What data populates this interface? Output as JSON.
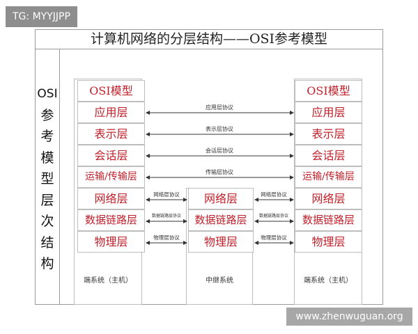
{
  "tag": "TG: MYYJJPP",
  "title": "计算机网络的分层结构——OSI参考模型",
  "side_label": [
    "OSI",
    "参",
    "考",
    "模",
    "型",
    "层",
    "次",
    "结",
    "构"
  ],
  "left_stack": [
    "OSI模型",
    "应用层",
    "表示层",
    "会话层",
    "运输/传输层",
    "网络层",
    "数据链路层",
    "物理层"
  ],
  "right_stack": [
    "OSI模型",
    "应用层",
    "表示层",
    "会话层",
    "运输/传输层",
    "网络层",
    "数据链路层",
    "物理层"
  ],
  "middle_stack": [
    "网络层",
    "数据链路层",
    "物理层"
  ],
  "end_system_label": "端系统（主机）",
  "relay_system_label": "中继系统",
  "long_protocols": [
    "应用层协议",
    "表示层协议",
    "会话层协议",
    "传输层协议"
  ],
  "short_protocols": [
    "网络层协议",
    "数据链路层协议",
    "物理层协议"
  ],
  "watermark": "www.zhenwuguan.org",
  "colors": {
    "layer_text": "#c0202a",
    "border": "#bdbdbd"
  }
}
